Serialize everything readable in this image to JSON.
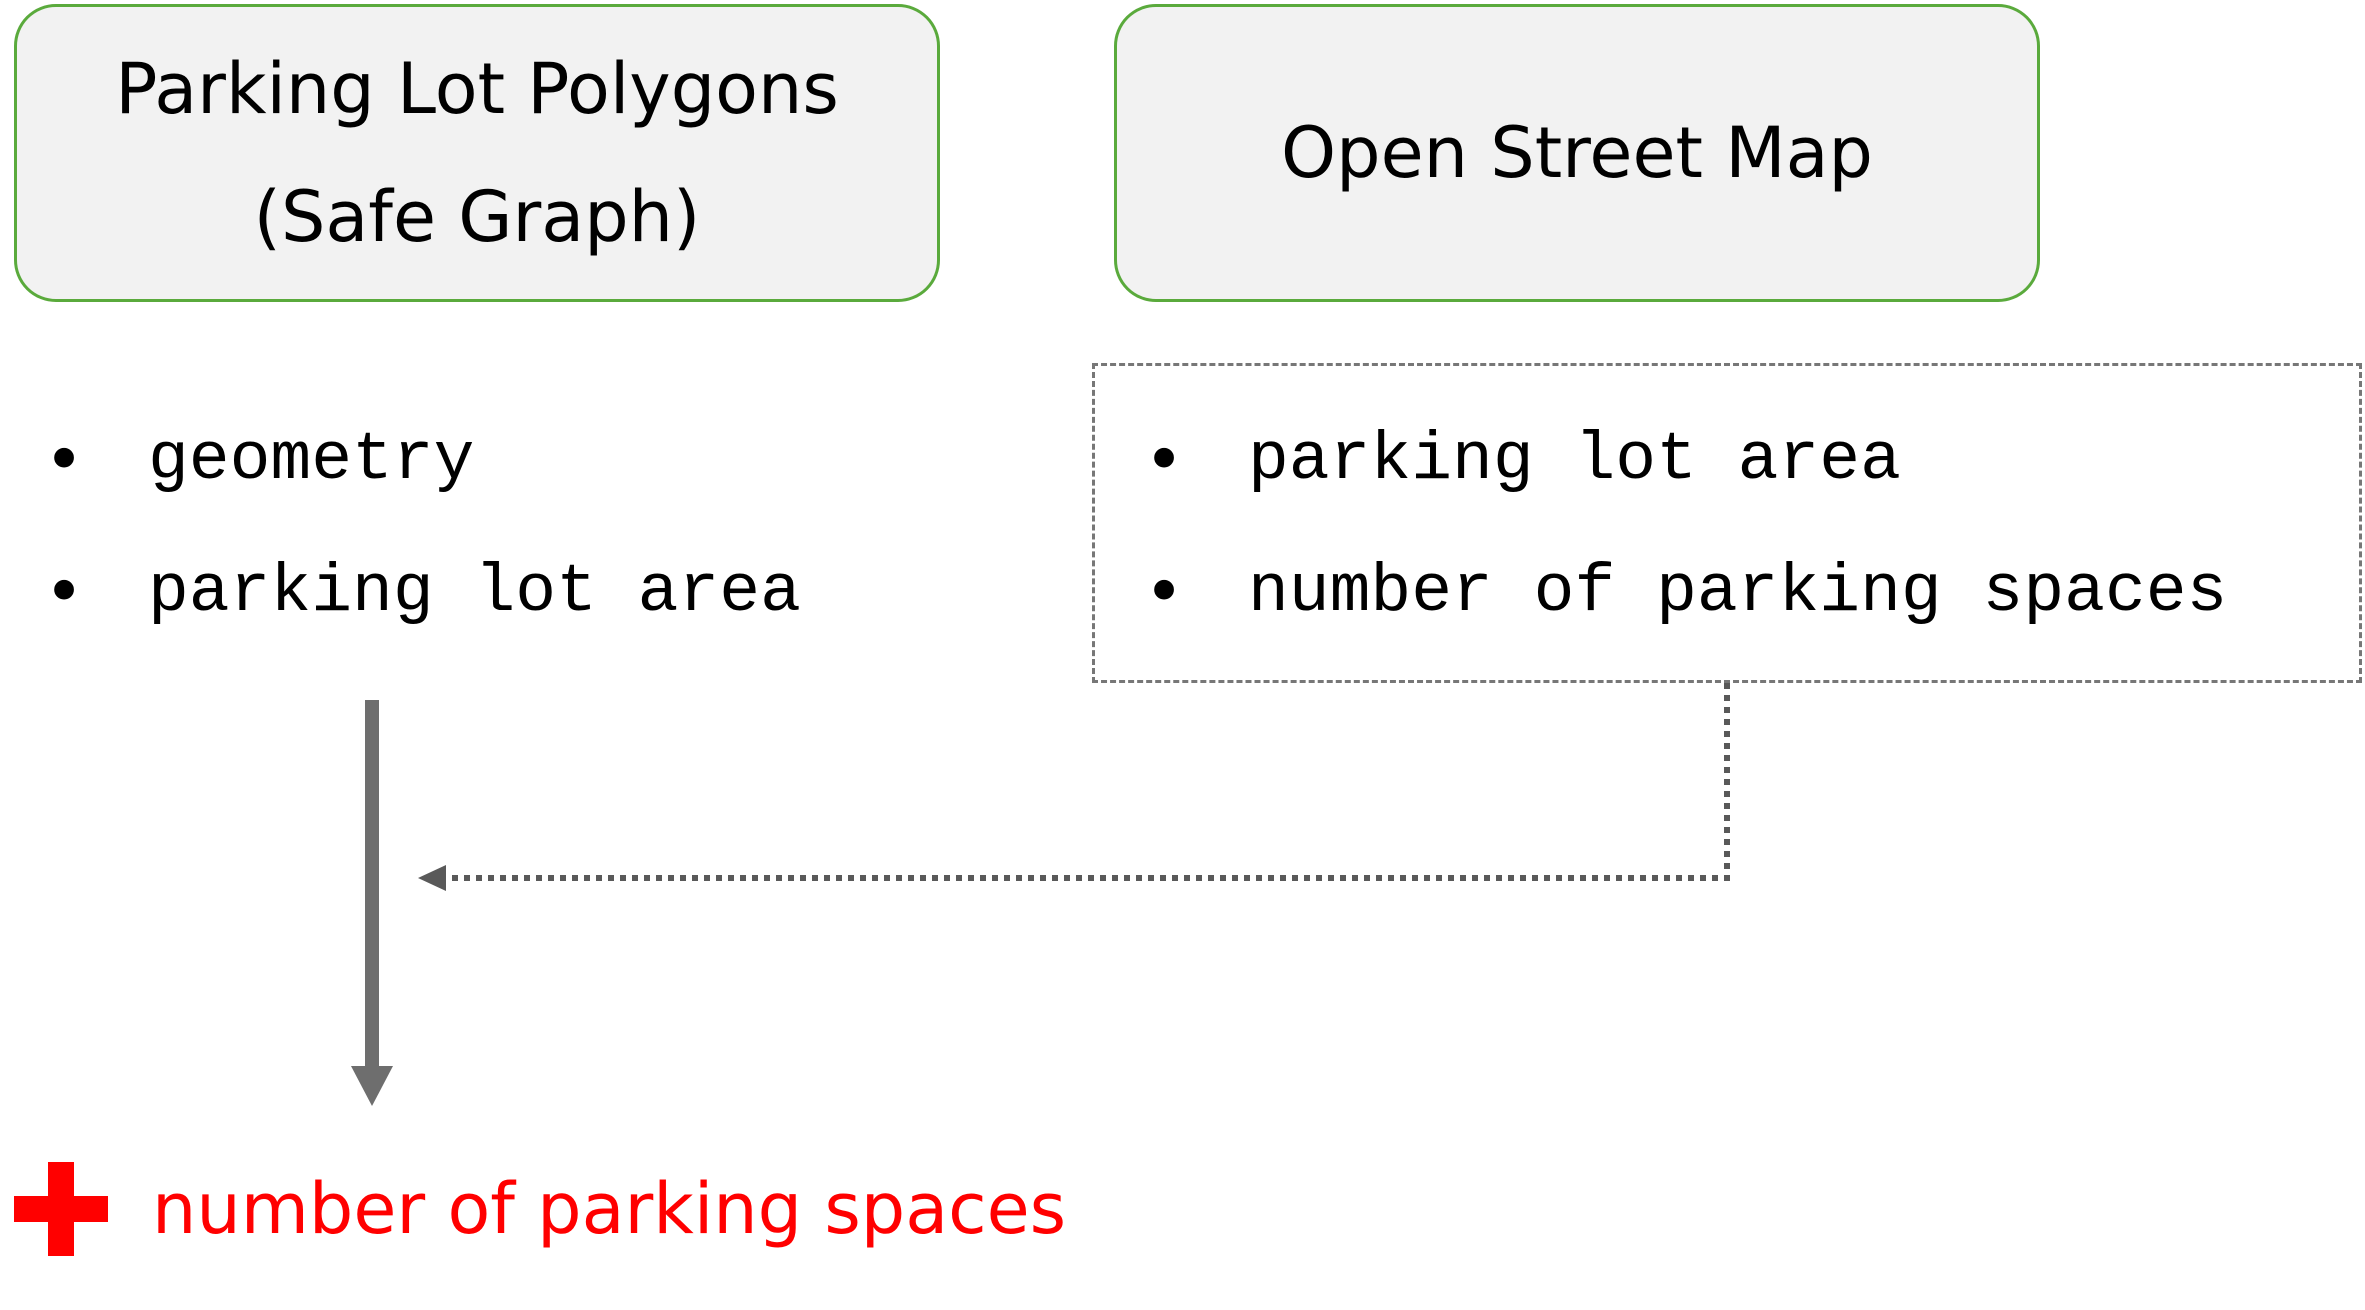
{
  "sources": [
    {
      "title_line1": "Parking Lot Polygons",
      "title_line2": "(Safe Graph)",
      "attributes": [
        "geometry",
        "parking lot area"
      ]
    },
    {
      "title": "Open Street Map",
      "attributes": [
        "parking lot area",
        "number of parking spaces"
      ]
    }
  ],
  "output": {
    "icon": "plus-icon",
    "label": "number of parking spaces",
    "color": "#ff0000"
  },
  "colors": {
    "box_border": "#5aaa3c",
    "box_fill": "#f2f2f2",
    "arrow_solid": "#6e6e6e",
    "arrow_dotted": "#595959"
  }
}
